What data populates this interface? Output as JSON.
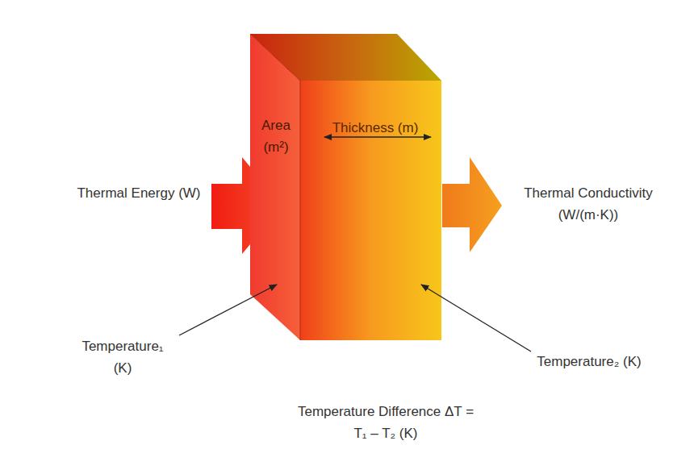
{
  "diagram": {
    "nodes": [
      {
        "text": [
          "Area (m²)",
          "Thickness (m)"
        ]
      }
    ],
    "labels": [
      "Thermal Energy (W)",
      "Thermal Conductivity (W/(m·K))",
      "Temperature₁ (K)",
      "Temperature₂ (K)",
      "Temperature Difference ΔT = T₁ – T₂ (K)"
    ]
  }
}
